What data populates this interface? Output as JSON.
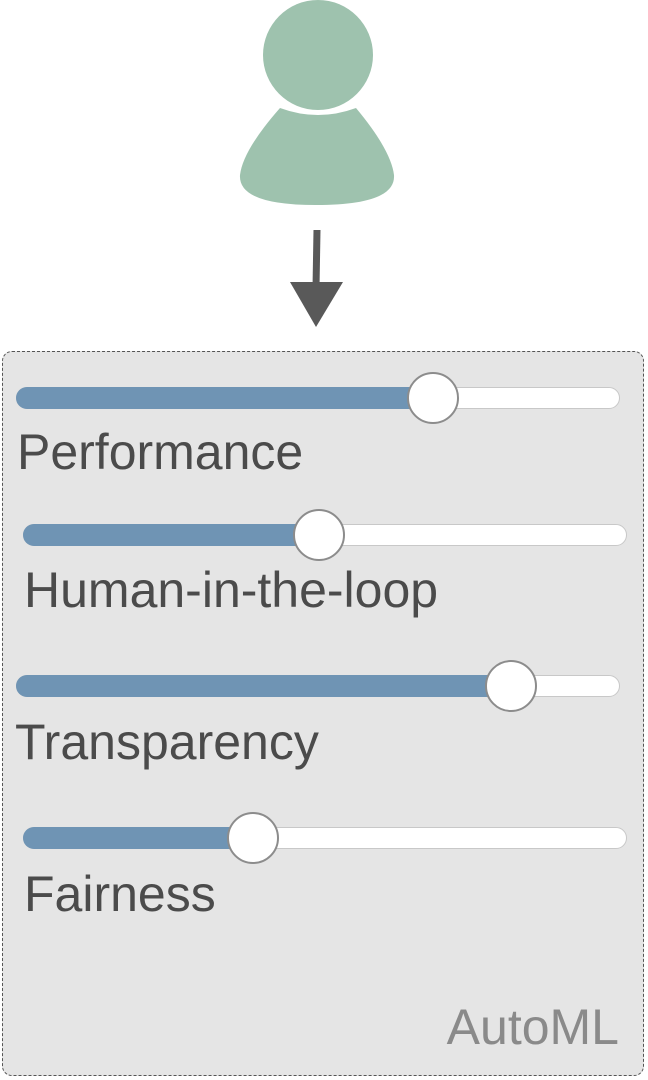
{
  "user": {
    "icon": "user-icon",
    "color": "#9ec2ae"
  },
  "arrow": {
    "icon": "arrow-down-icon",
    "color": "#595959"
  },
  "panel": {
    "title": "AutoML",
    "background": "#e5e5e5",
    "fill_color": "#6f94b4",
    "sliders": [
      {
        "label": "Performance",
        "value": 0.69
      },
      {
        "label": "Human-in-the-loop",
        "value": 0.49
      },
      {
        "label": "Transparency",
        "value": 0.82
      },
      {
        "label": "Fairness",
        "value": 0.38
      }
    ]
  }
}
